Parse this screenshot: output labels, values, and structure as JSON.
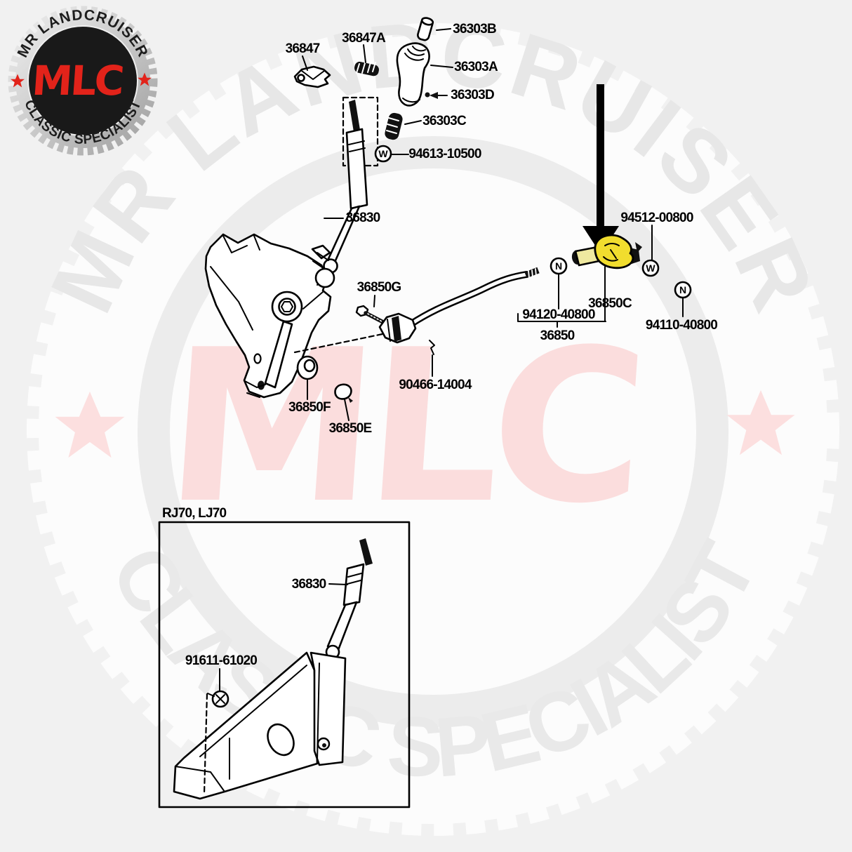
{
  "badge": {
    "top_text": "MR LANDCRUISER",
    "bottom_text": "CLASSIC SPECIALIST",
    "logo_text": "MLC"
  },
  "watermark": {
    "top_text": "MR LANDCRUISER",
    "bottom_text": "CLASSIC SPECIALIST",
    "logo_text": "MLC"
  },
  "colors": {
    "accent_red": "#e2231a",
    "badge_black": "#191919",
    "highlight_yellow": "#f1dd2e",
    "highlight_yellow_pale": "#efe9a0",
    "watermark_pink": "#fbdddd",
    "watermark_gray": "#e7e7e7",
    "line_black": "#000000"
  },
  "diagram": {
    "labels": {
      "p36847": "36847",
      "p36847A": "36847A",
      "p36303B": "36303B",
      "p36303A": "36303A",
      "p36303D": "36303D",
      "p36303C": "36303C",
      "p94613": "94613-10500",
      "p36830": "36830",
      "p36850G": "36850G",
      "p94512": "94512-00800",
      "p36850C": "36850C",
      "p94120": "94120-40800",
      "p36850": "36850",
      "p94110": "94110-40800",
      "p90466": "90466-14004",
      "p36850F": "36850F",
      "p36850E": "36850E"
    },
    "symbols": {
      "washer": "W",
      "nut": "N"
    },
    "inset": {
      "title": "RJ70, LJ70",
      "labels": {
        "p36830": "36830",
        "p91611": "91611-61020"
      }
    }
  }
}
